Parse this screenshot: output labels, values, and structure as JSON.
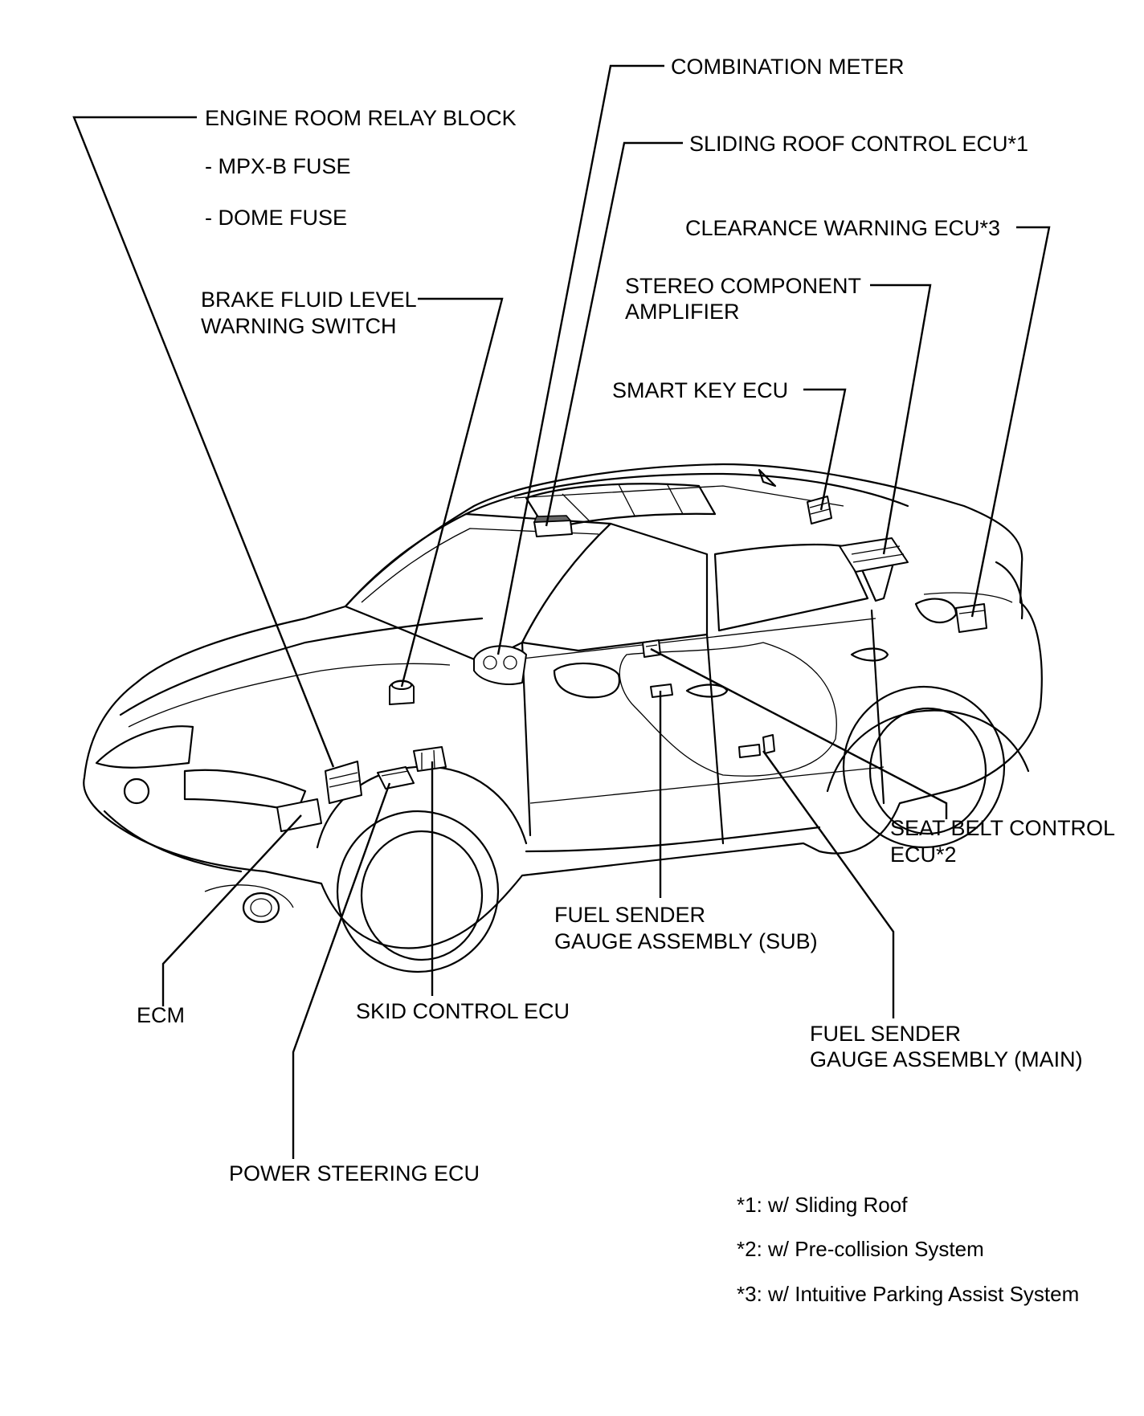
{
  "labels": {
    "combination_meter": "COMBINATION METER",
    "engine_room_relay_block": "ENGINE ROOM RELAY BLOCK",
    "mpx_b_fuse": "- MPX-B FUSE",
    "dome_fuse": "- DOME FUSE",
    "sliding_roof_control_ecu": "SLIDING ROOF CONTROL ECU*1",
    "clearance_warning_ecu": "CLEARANCE WARNING ECU*3",
    "stereo_component_amplifier_line1": "STEREO COMPONENT",
    "stereo_component_amplifier_line2": "AMPLIFIER",
    "brake_fluid_level_line1": "BRAKE FLUID LEVEL",
    "brake_fluid_level_line2": "WARNING SWITCH",
    "smart_key_ecu": "SMART KEY ECU",
    "seat_belt_control_ecu_line1": "SEAT BELT CONTROL",
    "seat_belt_control_ecu_line2": "ECU*2",
    "fuel_sender_sub_line1": "FUEL SENDER",
    "fuel_sender_sub_line2": "GAUGE ASSEMBLY (SUB)",
    "ecm": "ECM",
    "skid_control_ecu": "SKID CONTROL ECU",
    "fuel_sender_main_line1": "FUEL SENDER",
    "fuel_sender_main_line2": "GAUGE ASSEMBLY (MAIN)",
    "power_steering_ecu": "POWER STEERING ECU"
  },
  "notes": [
    "*1: w/ Sliding Roof",
    "*2: w/ Pre-collision System",
    "*3: w/ Intuitive Parking Assist System"
  ]
}
